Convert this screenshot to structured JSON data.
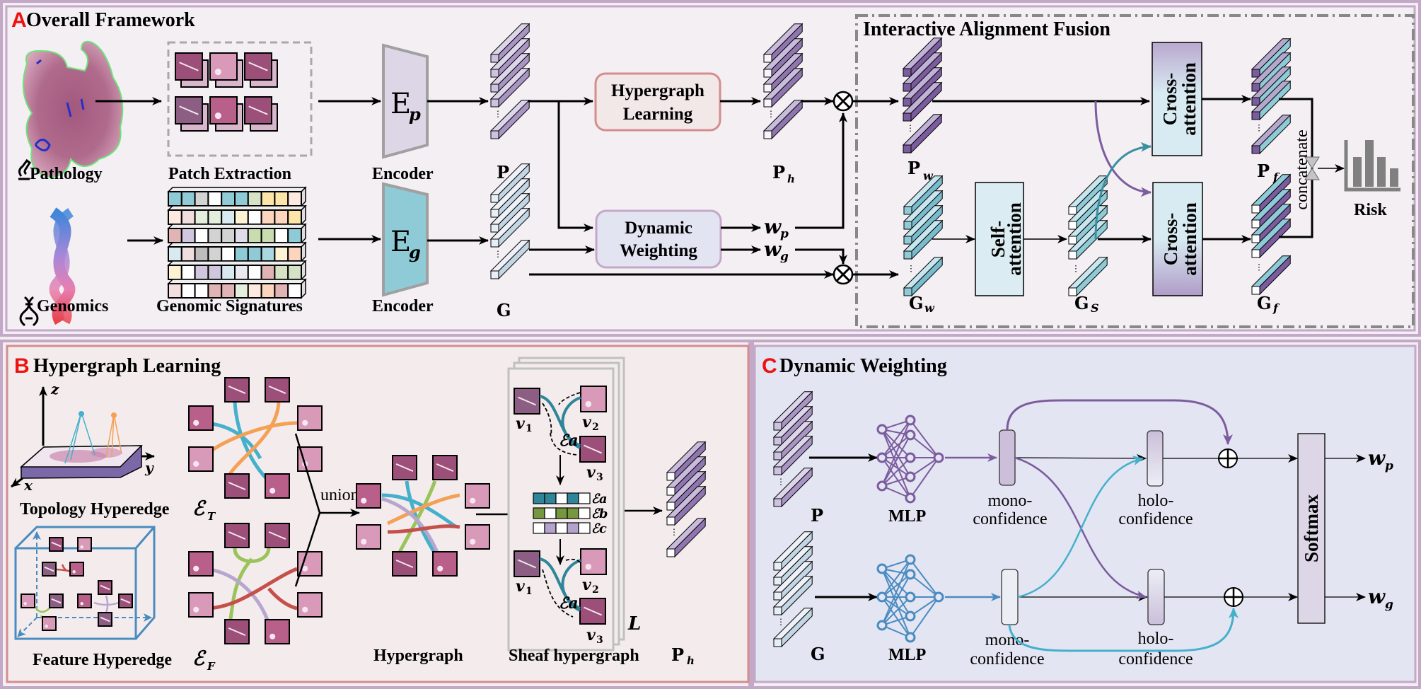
{
  "colors": {
    "panel_outer_border": "#c4a8c8",
    "panel_a_bg": "#f3eff3",
    "panel_b_bg": "#f4ecec",
    "panel_b_border": "#d48d8f",
    "panel_c_bg": "#e4e5f2",
    "panel_c_border": "#c4a8c8",
    "panel_letter": "#ee1111",
    "purple_feature": "#a895c4",
    "purple_dark": "#7b5c9e",
    "teal_feature": "#8fcadb",
    "teal_dark": "#3a8fa0",
    "encoder_p": "#dcd6e6",
    "encoder_g": "#8fcad7",
    "hypergraph_box_border": "#d48d8f",
    "dw_box_border": "#c4a8c8",
    "edge_orange": "#f4a055",
    "edge_blue": "#45b0cc",
    "edge_green": "#9ac35a",
    "edge_red": "#c5504a",
    "edge_lavender": "#b7a6cf",
    "cube_blue": "#4a8bc0"
  },
  "panel_a": {
    "letter": "A",
    "title": "Overall Framework",
    "pathology_label": "Pathology",
    "genomics_label": "Genomics",
    "patch_extraction_label": "Patch Extraction",
    "genomic_signatures_label": "Genomic Signatures",
    "encoder_label_top": "Encoder",
    "encoder_label_bottom": "Encoder",
    "encoder_p_symbol": "E",
    "encoder_p_sub": "p",
    "encoder_g_symbol": "E",
    "encoder_g_sub": "g",
    "p_label": "P",
    "g_label": "G",
    "hypergraph_box_line1": "Hypergraph",
    "hypergraph_box_line2": "Learning",
    "dw_box_line1": "Dynamic",
    "dw_box_line2": "Weighting",
    "ph_label": "P",
    "ph_sub": "h",
    "wp_label": "w",
    "wp_sub": "p",
    "wg_label": "w",
    "wg_sub": "g",
    "multiply_symbol": "⊗",
    "iaf": {
      "title": "Interactive Alignment Fusion",
      "pw_label": "P",
      "pw_sub": "w",
      "gw_label": "G",
      "gw_sub": "w",
      "gs_label": "G",
      "gs_sub": "S",
      "pf_label": "P",
      "pf_sub": "f",
      "gf_label": "G",
      "gf_sub": "f",
      "self_attention_line1": "Self-",
      "self_attention_line2": "attention",
      "cross_attention_top_line1": "Cross-",
      "cross_attention_top_line2": "attention",
      "cross_attention_bottom_line1": "Cross-",
      "cross_attention_bottom_line2": "attention",
      "concatenate_label": "concatenate",
      "risk_label": "Risk"
    },
    "genomic_grid_rows": [
      [
        "#8fcad7",
        "#8fcad7",
        "#d3d3d3",
        "#ffffff",
        "#8fcad7",
        "#8fcad7",
        "#d5e2c5",
        "#fde4a8",
        "#fde4a8",
        "#fde9e0"
      ],
      [
        "#fde9e0",
        "#f0dede",
        "#e4eedc",
        "#e4eedc",
        "#d8eaf0",
        "#fdf2d3",
        "#ffffff",
        "#fbd5bd",
        "#fbd5bd",
        "#fde4a8"
      ],
      [
        "#e0b4b4",
        "#d0c6de",
        "#ffffff",
        "#d3d3d3",
        "#d3d3d3",
        "#e0dcea",
        "#c8dcb0",
        "#c8dcb0",
        "#ffffff",
        "#8fcad7"
      ],
      [
        "#d8eaf0",
        "#f0dede",
        "#bdbdbd",
        "#d3d3d3",
        "#ffffff",
        "#8fcad7",
        "#8fcad7",
        "#a9d8e3",
        "#fdf2d3",
        "#fbd5bd"
      ],
      [
        "#fdf2d3",
        "#ffffff",
        "#d0c6de",
        "#d0c6de",
        "#d8eaf0",
        "#eae9f0",
        "#ffffff",
        "#e0b4b4",
        "#d5e2c5",
        "#d5e2c5"
      ],
      [
        "#f2dede",
        "#ffffff",
        "#ffffff",
        "#e0b4b4",
        "#e0b4b4",
        "#e4eedc",
        "#fde9e0",
        "#fbd5bd",
        "#e0b4b4",
        "#ffffff"
      ]
    ]
  },
  "panel_b": {
    "letter": "B",
    "title": "Hypergraph Learning",
    "axis_z": "z",
    "axis_y": "y",
    "axis_x": "x",
    "topology_label": "Topology Hyperedge",
    "topology_symbol": "ℰ",
    "topology_sub": "T",
    "feature_label": "Feature Hyperedge",
    "feature_symbol": "ℰ",
    "feature_sub": "F",
    "union_label": "union",
    "hypergraph_label": "Hypergraph",
    "sheaf_label": "Sheaf hypergraph",
    "ph_label": "P",
    "ph_sub": "h",
    "layers_label": "L",
    "v1": "v",
    "v1_sub": "1",
    "v2": "v",
    "v2_sub": "2",
    "v3": "v",
    "v3_sub": "3",
    "edge_a": "ℰ",
    "edge_a_sub": "a",
    "edge_b_sub": "b",
    "edge_c_sub": "c",
    "incidence_rows": [
      {
        "name": "a",
        "color": "#2f8599",
        "cells": [
          1,
          1,
          0,
          1,
          0
        ]
      },
      {
        "name": "b",
        "color": "#76963f",
        "cells": [
          1,
          0,
          1,
          1,
          0
        ]
      },
      {
        "name": "c",
        "color": "#b3a2cc",
        "cells": [
          0,
          1,
          0,
          1,
          0
        ]
      }
    ]
  },
  "panel_c": {
    "letter": "C",
    "title": "Dynamic Weighting",
    "p_label": "P",
    "g_label": "G",
    "mlp_top": "MLP",
    "mlp_bottom": "MLP",
    "mono_top_line1": "mono-",
    "mono_top_line2": "confidence",
    "mono_bottom_line1": "mono-",
    "mono_bottom_line2": "confidence",
    "holo_top_line1": "holo-",
    "holo_top_line2": "confidence",
    "holo_bottom_line1": "holo-",
    "holo_bottom_line2": "confidence",
    "softmax_label": "Softmax",
    "plus_symbol": "⊕",
    "wp_label": "w",
    "wp_sub": "p",
    "wg_label": "w",
    "wg_sub": "g"
  }
}
